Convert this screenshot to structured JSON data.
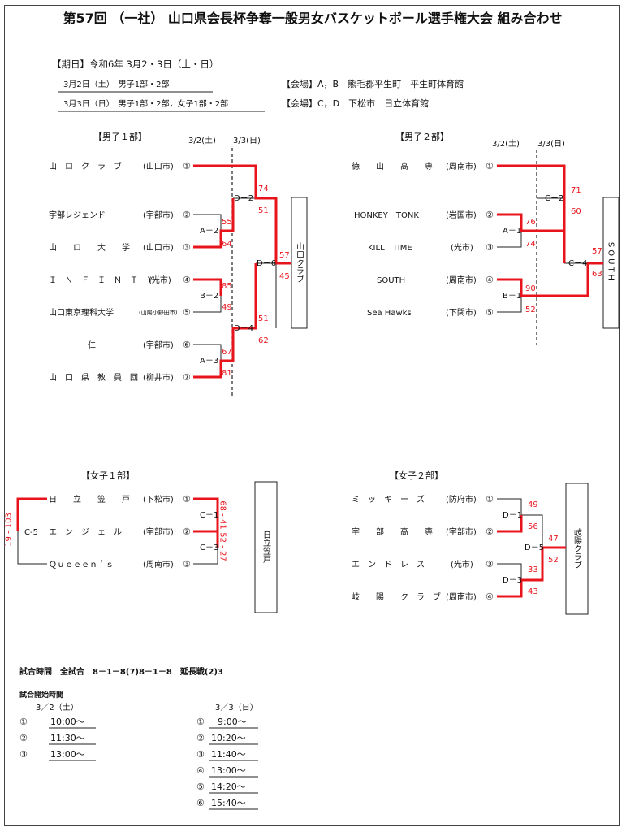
{
  "title": "第57回 （一社） 山口県会長杯争奪一般男女バスケットボール選手権大会 組み合わせ",
  "info": {
    "period": "【期日】令和6年 3月2・3日（土・日）",
    "day1": "3月2日（土）　男子1部・2部",
    "day2": "3月3日（日）　男子1部・2部，女子1部・2部",
    "venue1": "【会場】A，B　熊毛郡平生町　平生町体育館",
    "venue2": "【会場】C，D　下松市　日立体育館"
  },
  "date_labels": {
    "d1": "3/2(土)",
    "d2": "3/3(日)"
  },
  "men1": {
    "label": "【男子１部】",
    "teams": [
      {
        "name": "山　ロ　ク　ラ　ブ",
        "city": "(山口市)",
        "num": "①"
      },
      {
        "name": "宇部レジェンド",
        "city": "(宇部市)",
        "num": "②"
      },
      {
        "name": "山　　ロ　　大　　学",
        "city": "(山口市)",
        "num": "③"
      },
      {
        "name": "Ｉ　Ｎ　Ｆ　Ｉ　Ｎ　Ｔ　Ｙ",
        "city": "(光市)",
        "num": "④"
      },
      {
        "name": "山口東京理科大学",
        "city": "(山陽小野田市)",
        "num": "⑤"
      },
      {
        "name": "仁",
        "city": "(宇部市)",
        "num": "⑥"
      },
      {
        "name": "山　口　県　教　員　団",
        "city": "(柳井市)",
        "num": "⑦"
      }
    ],
    "games": [
      "A－2",
      "B－2",
      "A－3",
      "D－2",
      "D－4",
      "D－6"
    ],
    "scores": [
      "74",
      "51",
      "55",
      "64",
      "85",
      "49",
      "67",
      "81",
      "51",
      "62",
      "57",
      "45"
    ],
    "winner": "山口クラブ"
  },
  "men2": {
    "label": "【男子２部】",
    "teams": [
      {
        "name": "徳　　山　　高　　専",
        "city": "(周南市)",
        "num": "①"
      },
      {
        "name": "HONKEY　TONK",
        "city": "(岩国市)",
        "num": "②"
      },
      {
        "name": "KILL　TIME",
        "city": "(光市)",
        "num": "③"
      },
      {
        "name": "SOUTH",
        "city": "(周南市)",
        "num": "④"
      },
      {
        "name": "Sea Hawks",
        "city": "(下関市)",
        "num": "⑤"
      }
    ],
    "games": [
      "A－1",
      "B－1",
      "C－2",
      "C－4"
    ],
    "scores": [
      "76",
      "74",
      "90",
      "52",
      "71",
      "60",
      "57",
      "63"
    ],
    "winner": "SOUTH"
  },
  "women1": {
    "label": "【女子１部】",
    "teams": [
      {
        "name": "日　　立　　笠　　戸",
        "city": "(下松市)",
        "num": "①"
      },
      {
        "name": "エ　ン　ジ　ェ　ル",
        "city": "(宇部市)",
        "num": "②"
      },
      {
        "name": "Ｑｕｅｅｅｎ＇ｓ",
        "city": "(周南市)",
        "num": "③"
      }
    ],
    "games": [
      "C－1",
      "C－3",
      "C-5"
    ],
    "scores": [
      "68 - 41",
      "52 - 27",
      "19 - 103"
    ],
    "winner": "日立笠戸"
  },
  "women2": {
    "label": "【女子２部】",
    "teams": [
      {
        "name": "ミ　ッ　キ　ー　ズ",
        "city": "(防府市)",
        "num": "①"
      },
      {
        "name": "宇　　部　　高　　専",
        "city": "(宇部市)",
        "num": "②"
      },
      {
        "name": "エ　ン　ド　レ　ス",
        "city": "(光市)",
        "num": "③"
      },
      {
        "name": "岐　　陽　　ク　ラ　ブ",
        "city": "(周南市)",
        "num": "④"
      }
    ],
    "games": [
      "D－1",
      "D－3",
      "D－5"
    ],
    "scores": [
      "49",
      "56",
      "33",
      "43",
      "47",
      "52"
    ],
    "winner": "岐陽クラブ"
  },
  "game_time": "試合時間　全試合　8－1－8(7)8－1－8　延長戦(2)3",
  "start_label": "試合開始時間",
  "day1_head": "3／2（土）",
  "day2_head": "3／3（日）",
  "day1_times": [
    {
      "num": "①",
      "time": "10:00～"
    },
    {
      "num": "②",
      "time": "11:30～"
    },
    {
      "num": "③",
      "time": "13:00～"
    }
  ],
  "day2_times": [
    {
      "num": "①",
      "time": "9:00～"
    },
    {
      "num": "②",
      "time": "10:20～"
    },
    {
      "num": "③",
      "time": "11:40～"
    },
    {
      "num": "④",
      "time": "13:00～"
    },
    {
      "num": "⑤",
      "time": "14:20～"
    },
    {
      "num": "⑥",
      "time": "15:40～"
    }
  ],
  "colors": {
    "win_line": "#e8141c",
    "line": "#222222",
    "score": "#e8141c"
  }
}
